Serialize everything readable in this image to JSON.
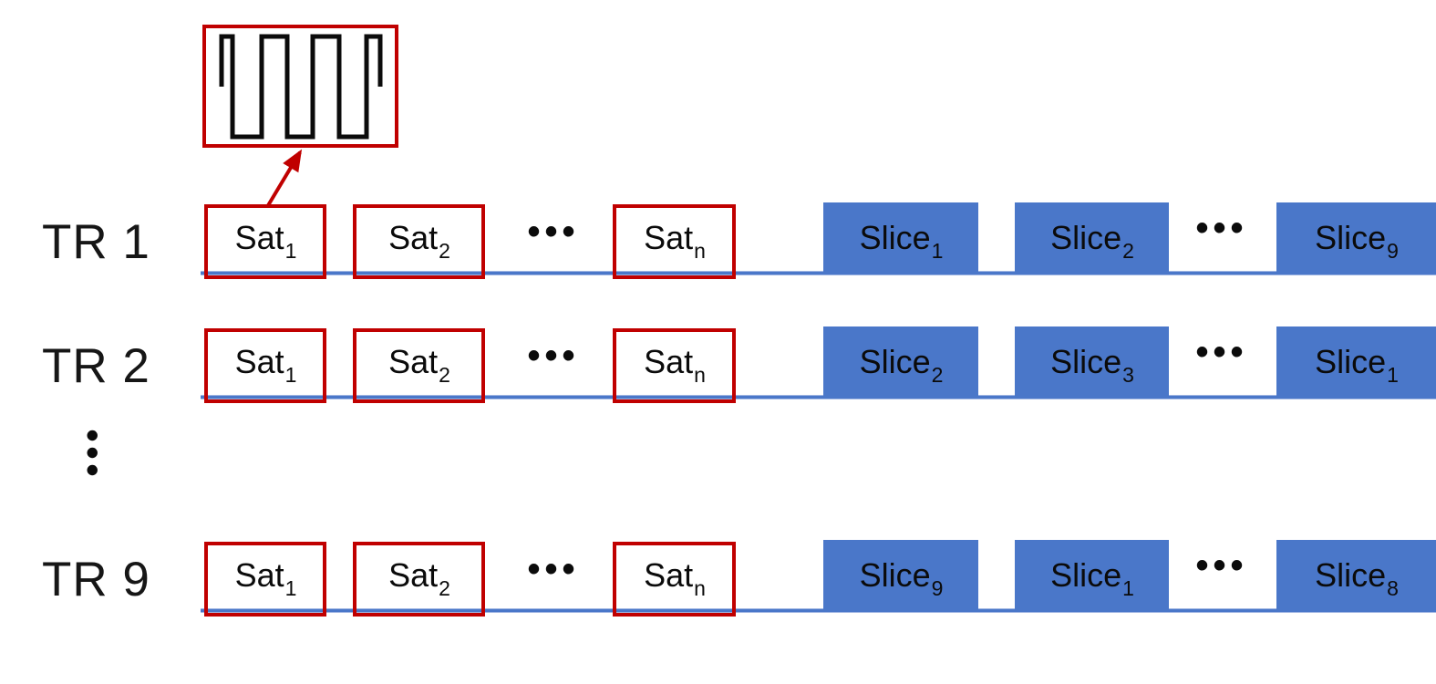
{
  "diagram": {
    "title_hint": "saturation-pulse and slice acquisition order per TR",
    "colors": {
      "accent_red": "#C00000",
      "slice_blue": "#4A77C9",
      "timeline_blue": "#4A77C9",
      "waveform_black": "#0B0B0B"
    },
    "inset": {
      "icon": "composite-saturation-rf-pulse-waveform"
    },
    "row_gap_ellipsis": "•••",
    "rows": [
      {
        "label": "TR 1",
        "sat": [
          {
            "base": "Sat",
            "sub": "1"
          },
          {
            "base": "Sat",
            "sub": "2"
          },
          {
            "base": "Sat",
            "sub": "n"
          }
        ],
        "sat_ellipsis": "•••",
        "slices": [
          {
            "base": "Slice",
            "sub": "1"
          },
          {
            "base": "Slice",
            "sub": "2"
          },
          {
            "base": "Slice",
            "sub": "9"
          }
        ],
        "slice_ellipsis": "•••"
      },
      {
        "label": "TR 2",
        "sat": [
          {
            "base": "Sat",
            "sub": "1"
          },
          {
            "base": "Sat",
            "sub": "2"
          },
          {
            "base": "Sat",
            "sub": "n"
          }
        ],
        "sat_ellipsis": "•••",
        "slices": [
          {
            "base": "Slice",
            "sub": "2"
          },
          {
            "base": "Slice",
            "sub": "3"
          },
          {
            "base": "Slice",
            "sub": "1"
          }
        ],
        "slice_ellipsis": "•••"
      },
      {
        "label": "TR 9",
        "sat": [
          {
            "base": "Sat",
            "sub": "1"
          },
          {
            "base": "Sat",
            "sub": "2"
          },
          {
            "base": "Sat",
            "sub": "n"
          }
        ],
        "sat_ellipsis": "•••",
        "slices": [
          {
            "base": "Slice",
            "sub": "9"
          },
          {
            "base": "Slice",
            "sub": "1"
          },
          {
            "base": "Slice",
            "sub": "8"
          }
        ],
        "slice_ellipsis": "•••"
      }
    ]
  }
}
